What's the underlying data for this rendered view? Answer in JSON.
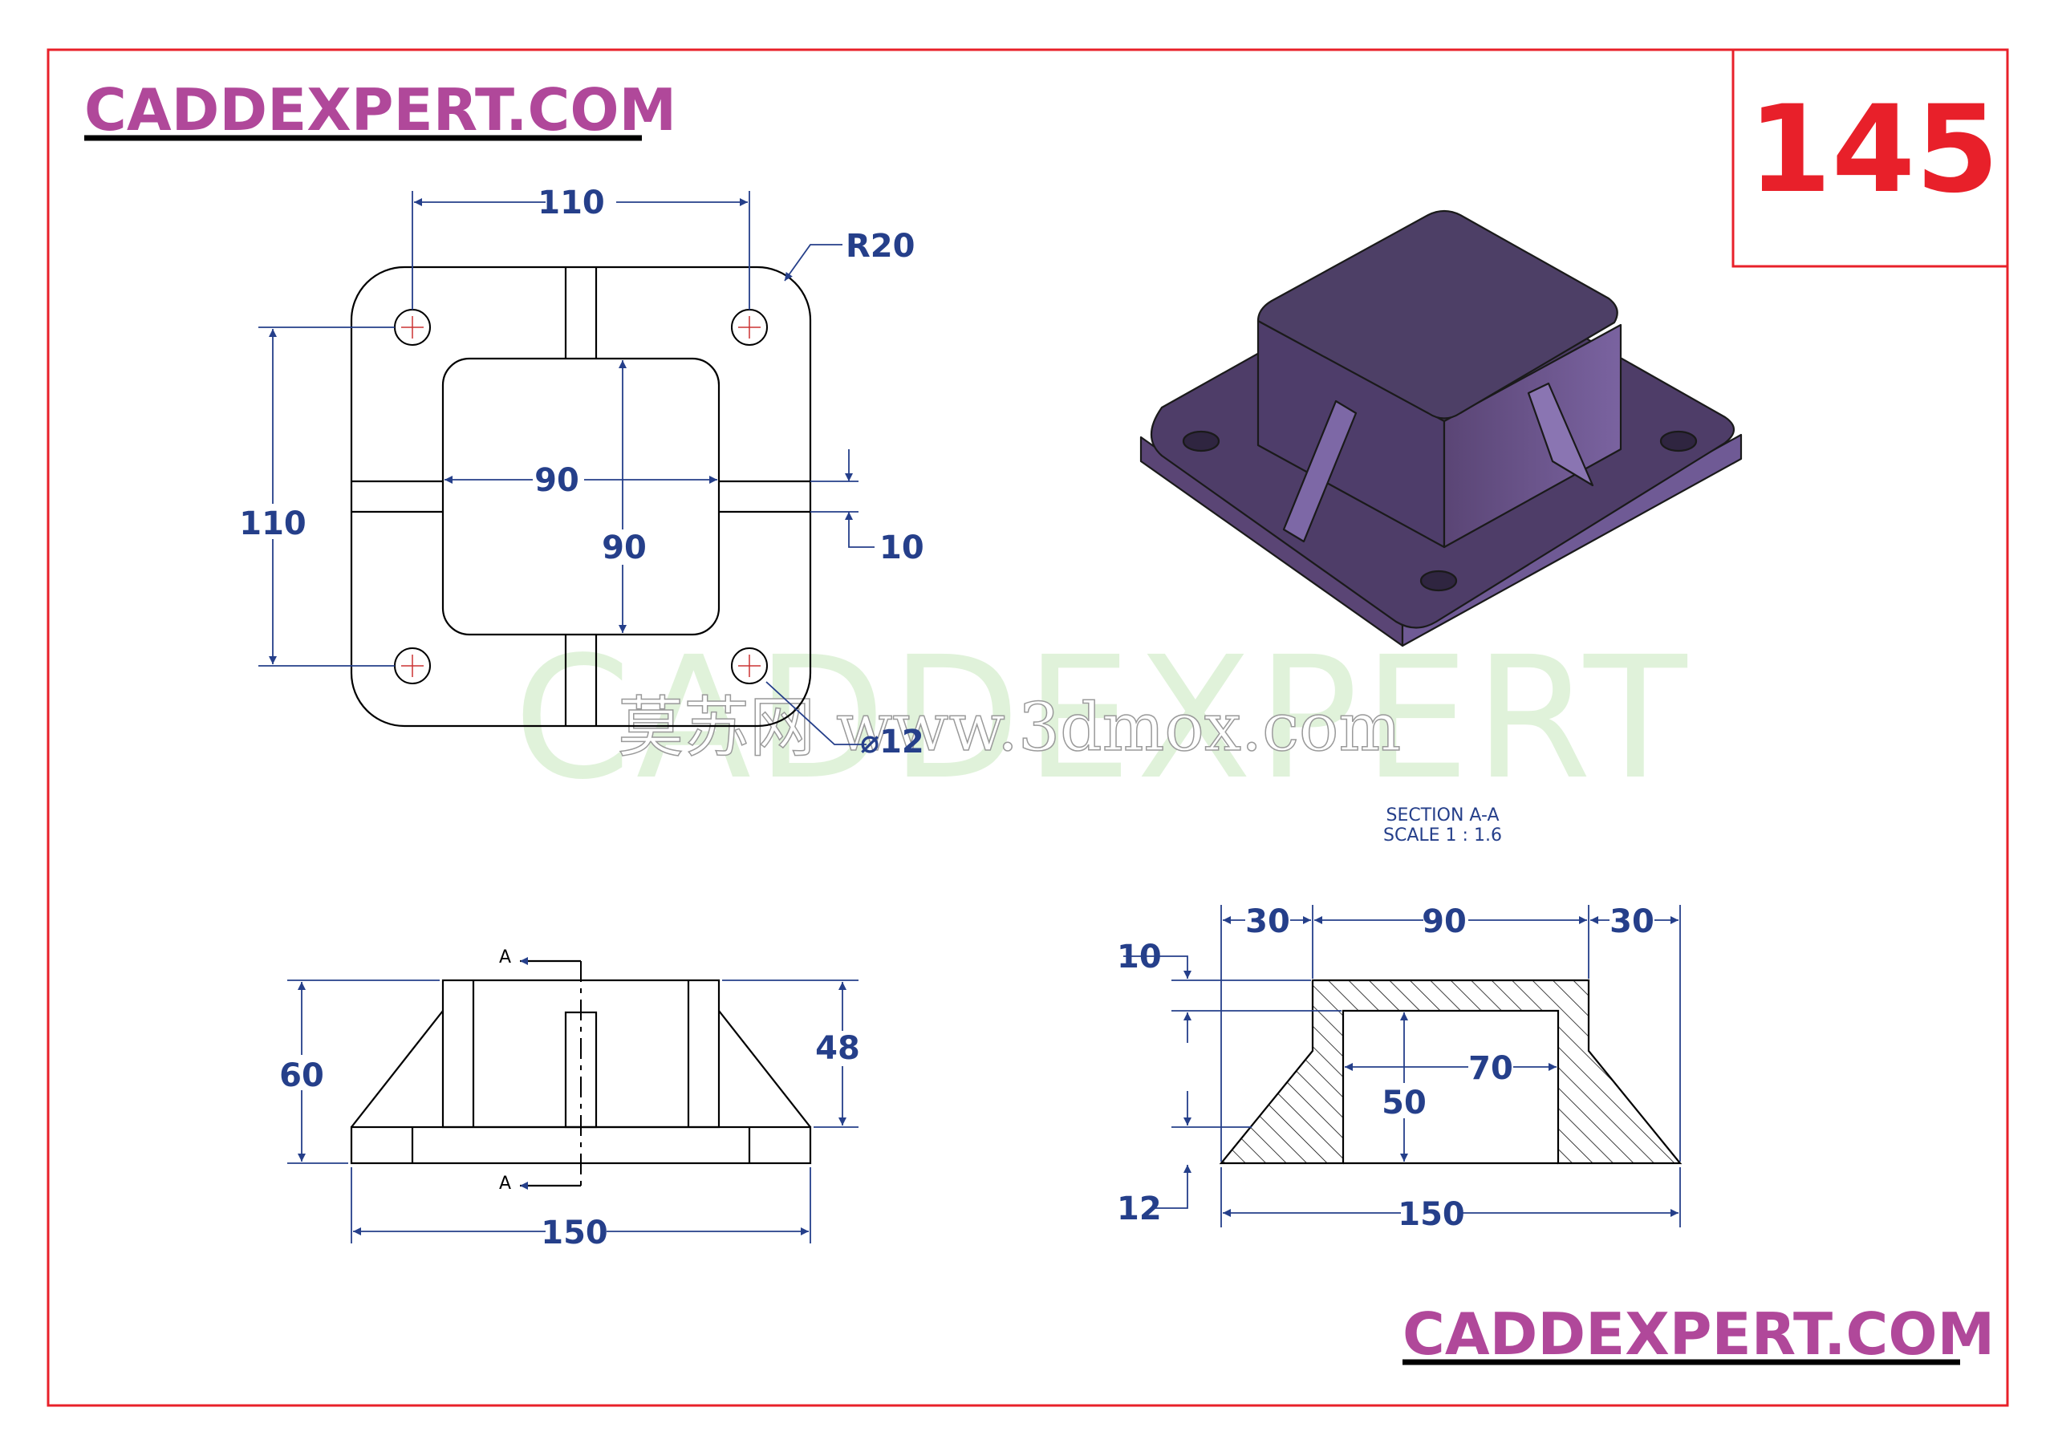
{
  "brand": {
    "top": "CADDEXPERT.COM",
    "bottom": "CADDEXPERT.COM",
    "color": "#b0489a"
  },
  "drawing_number": "145",
  "accent_color": "#e8202a",
  "dimension_color": "#253f8a",
  "watermark": {
    "big": "CADDEXPERT",
    "overlay": "莫苏网 www.3dmox.com"
  },
  "top_view": {
    "width": "110",
    "height": "110",
    "inner_width": "90",
    "inner_height": "90",
    "corner_radius": "R20",
    "rib_width": "10",
    "hole_diameter": "⌀12"
  },
  "front_view": {
    "width": "150",
    "height": "60",
    "box_height": "48",
    "section_marker": "A"
  },
  "section": {
    "title": "SECTION A-A",
    "scale": "SCALE 1 : 1.6",
    "left_margin": "30",
    "middle": "90",
    "right_margin": "30",
    "top_thickness": "10",
    "inner_width": "70",
    "inner_height": "50",
    "base_thickness": "12",
    "width": "150"
  }
}
